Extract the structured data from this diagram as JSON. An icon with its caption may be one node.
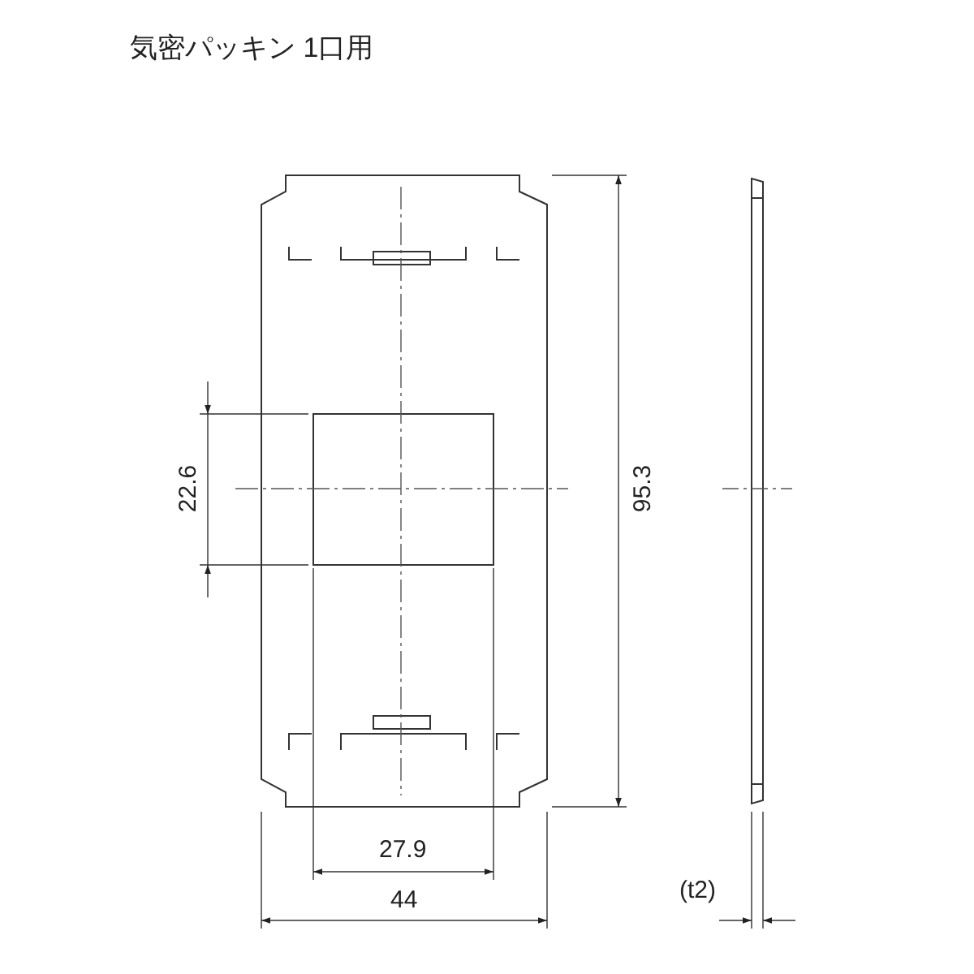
{
  "diagram": {
    "title": "気密パッキン 1口用",
    "labels": [
      "22.6",
      "95.3",
      "27.9",
      "44",
      "(t2)"
    ]
  }
}
